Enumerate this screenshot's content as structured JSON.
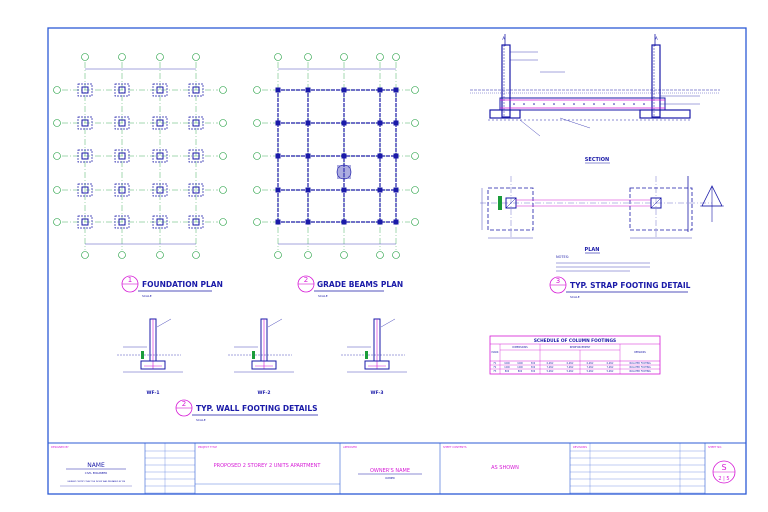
{
  "drawings": {
    "foundation_plan": {
      "number": "1",
      "title": "FOUNDATION PLAN",
      "scale": "SCALE"
    },
    "grade_beams_plan": {
      "number": "2",
      "title": "GRADE BEAMS PLAN",
      "scale": "SCALE"
    },
    "strap_footing": {
      "number": "3",
      "title": "TYP. STRAP FOOTING DETAIL",
      "scale": "SCALE"
    },
    "wall_footing": {
      "number": "2",
      "title": "TYP. WALL FOOTING DETAILS",
      "scale": "SCALE"
    }
  },
  "section_labels": {
    "section": "SECTION",
    "plan": "PLAN",
    "notes": "NOTES:"
  },
  "wall_footings": [
    "WF-1",
    "WF-2",
    "WF-3"
  ],
  "schedule": {
    "title": "SCHEDULE OF COLUMN FOOTINGS",
    "headers": [
      "MARK",
      "DIMENSIONS",
      "REINFORCEMENT",
      "REMARKS"
    ],
    "rows": [
      [
        "F1",
        "1000",
        "1000",
        "300",
        "6-Ø12",
        "6-Ø12",
        "6-Ø12",
        "6-Ø12",
        "ISOLATED FOOTING"
      ],
      [
        "F2",
        "1200",
        "1200",
        "300",
        "7-Ø12",
        "7-Ø12",
        "7-Ø12",
        "7-Ø12",
        "ISOLATED FOOTING"
      ],
      [
        "F3",
        "800",
        "800",
        "300",
        "5-Ø12",
        "5-Ø12",
        "5-Ø12",
        "5-Ø12",
        "ISOLATED FOOTING"
      ]
    ]
  },
  "title_block": {
    "designed_by_label": "DESIGNED BY",
    "engineer_name": "NAME",
    "engineer_role": "CIVIL ENGINEER",
    "certify_text": "I HEREBY CERTIFY THAT THE WORK WAS PREPARED BY ME",
    "project_title_label": "PROJECT TITLE",
    "project_title": "PROPOSED 2 STOREY 2 UNITS APARTMENT",
    "approved_label": "APPROVED",
    "owner_name": "OWNER'S NAME",
    "owner_role": "OWNER",
    "sheet_contents_label": "SHEET CONTENTS",
    "sheet_contents": "AS SHOWN",
    "revisions_label": "REVISIONS",
    "sheet_no_label": "SHEET NO.",
    "sheet_letter": "S",
    "sheet_fraction": "2 | 5"
  },
  "colors": {
    "border": "#2c5bd6",
    "drawing": "#1a1aa8",
    "accent": "#d61ad6",
    "green": "#1a9c3a"
  }
}
